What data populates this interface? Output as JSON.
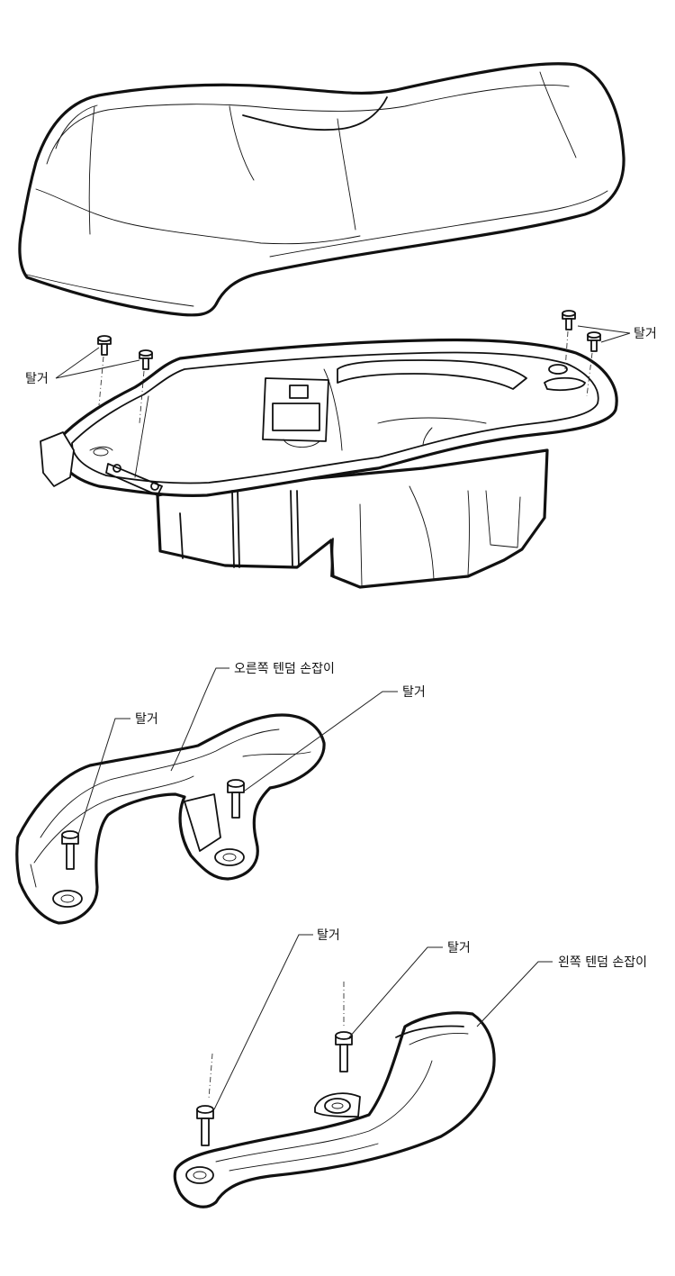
{
  "labels": {
    "seat_bolts_left": "탈거",
    "seat_bolts_right": "탈거",
    "right_handle": "오른쪽 텐덤 손잡이",
    "right_handle_bolt_left": "탈거",
    "right_handle_bolt_right": "탈거",
    "left_handle_bolt_left": "탈거",
    "left_handle_bolt_right": "탈거",
    "left_handle": "왼쪽 텐덤 손잡이"
  }
}
